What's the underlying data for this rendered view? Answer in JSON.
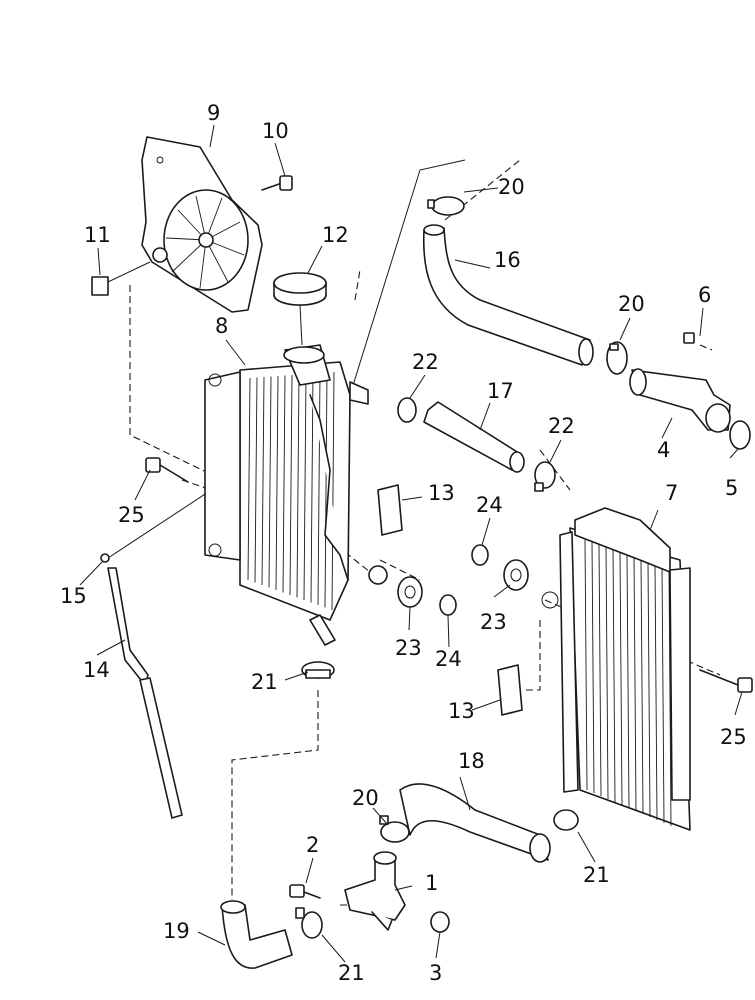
{
  "diagram": {
    "callouts": [
      {
        "id": "c1",
        "text": "1"
      },
      {
        "id": "c2",
        "text": "2"
      },
      {
        "id": "c3",
        "text": "3"
      },
      {
        "id": "c4",
        "text": "4"
      },
      {
        "id": "c5",
        "text": "5"
      },
      {
        "id": "c6",
        "text": "6"
      },
      {
        "id": "c7",
        "text": "7"
      },
      {
        "id": "c8",
        "text": "8"
      },
      {
        "id": "c9",
        "text": "9"
      },
      {
        "id": "c10",
        "text": "10"
      },
      {
        "id": "c11",
        "text": "11"
      },
      {
        "id": "c12",
        "text": "12"
      },
      {
        "id": "c13a",
        "text": "13"
      },
      {
        "id": "c13b",
        "text": "13"
      },
      {
        "id": "c14",
        "text": "14"
      },
      {
        "id": "c15",
        "text": "15"
      },
      {
        "id": "c16",
        "text": "16"
      },
      {
        "id": "c17",
        "text": "17"
      },
      {
        "id": "c18",
        "text": "18"
      },
      {
        "id": "c19",
        "text": "19"
      },
      {
        "id": "c20a",
        "text": "20"
      },
      {
        "id": "c20b",
        "text": "20"
      },
      {
        "id": "c20c",
        "text": "20"
      },
      {
        "id": "c21a",
        "text": "21"
      },
      {
        "id": "c21b",
        "text": "21"
      },
      {
        "id": "c21c",
        "text": "21"
      },
      {
        "id": "c22a",
        "text": "22"
      },
      {
        "id": "c22b",
        "text": "22"
      },
      {
        "id": "c23a",
        "text": "23"
      },
      {
        "id": "c23b",
        "text": "23"
      },
      {
        "id": "c24a",
        "text": "24"
      },
      {
        "id": "c24b",
        "text": "24"
      },
      {
        "id": "c25a",
        "text": "25"
      },
      {
        "id": "c25b",
        "text": "25"
      }
    ]
  }
}
